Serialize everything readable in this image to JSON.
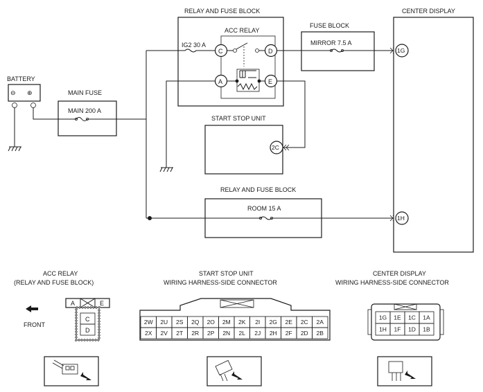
{
  "labels": {
    "battery": "BATTERY",
    "battery_minus": "⊖",
    "battery_plus": "⊕",
    "main_fuse": "MAIN FUSE",
    "main_200a": "MAIN 200 A",
    "relay_fuse_block_top": "RELAY AND FUSE BLOCK",
    "acc_relay": "ACC RELAY",
    "ig2_30a": "IG2 30 A",
    "pin_c": "C",
    "pin_d": "D",
    "pin_a": "A",
    "pin_e": "E",
    "fuse_block": "FUSE BLOCK",
    "mirror_75a": "MIRROR 7.5 A",
    "center_display": "CENTER DISPLAY",
    "pin_1g": "1G",
    "pin_1h": "1H",
    "start_stop_unit": "START STOP UNIT",
    "pin_2c": "2C",
    "relay_fuse_block_bottom": "RELAY AND FUSE BLOCK",
    "room_15a": "ROOM 15 A"
  },
  "connectors": {
    "acc_relay_title_1": "ACC RELAY",
    "acc_relay_title_2": "(RELAY AND FUSE BLOCK)",
    "front": "FRONT",
    "acc_pins": [
      "A",
      "E",
      "C",
      "D"
    ],
    "ssu_title_1": "START STOP UNIT",
    "ssu_title_2": "WIRING HARNESS-SIDE CONNECTOR",
    "ssu_row1": [
      "2W",
      "2U",
      "2S",
      "2Q",
      "2O",
      "2M",
      "2K",
      "2I",
      "2G",
      "2E",
      "2C",
      "2A"
    ],
    "ssu_row2": [
      "2X",
      "2V",
      "2T",
      "2R",
      "2P",
      "2N",
      "2L",
      "2J",
      "2H",
      "2F",
      "2D",
      "2B"
    ],
    "cd_title_1": "CENTER DISPLAY",
    "cd_title_2": "WIRING HARNESS-SIDE CONNECTOR",
    "cd_row1": [
      "1G",
      "1E",
      "1C",
      "1A"
    ],
    "cd_row2": [
      "1H",
      "1F",
      "1D",
      "1B"
    ]
  }
}
